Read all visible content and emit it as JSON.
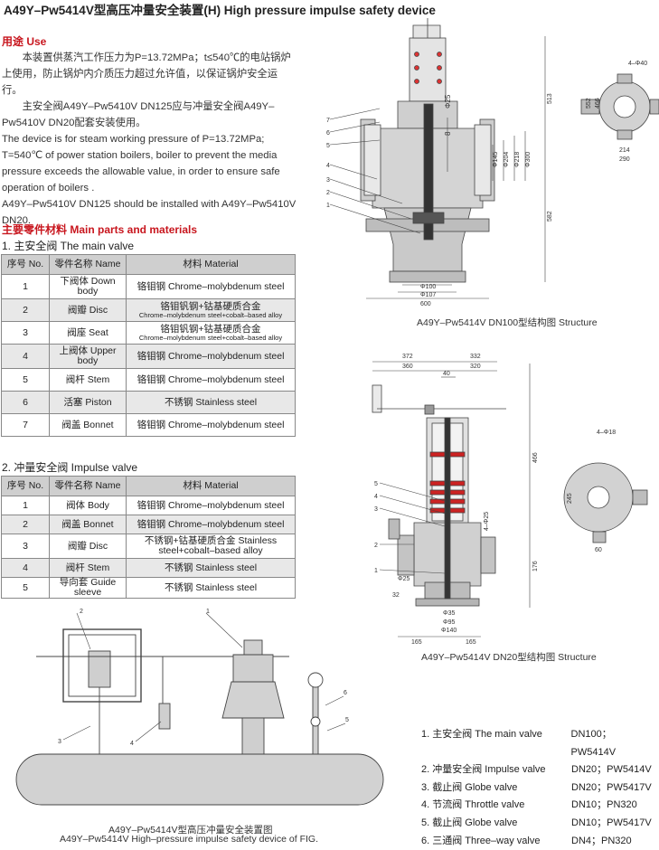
{
  "title": "A49Y–Pw5414V型高压冲量安全装置(H) High pressure impulse safety device",
  "use": {
    "heading": "用途 Use",
    "paragraphs": [
      "本装置供蒸汽工作压力为P=13.72MPa；t≤540℃的电站锅炉上使用，防止锅炉内介质压力超过允许值，以保证锅炉安全运行。",
      "主安全阀A49Y–Pw5410V DN125应与冲量安全阀A49Y–Pw5410V DN20配套安装使用。",
      "The device is for steam working pressure of P=13.72MPa; T=540℃ of power station boilers, boiler to prevent the media pressure exceeds the allowable value, in order to ensure safe operation of boilers .",
      "A49Y–Pw5410V DN125 should be installed with A49Y–Pw5410V DN20."
    ]
  },
  "materials": {
    "heading": "主要零件材料 Main parts and materials",
    "main_title": "1. 主安全阀 The main valve",
    "impulse_title": "2. 冲量安全阀  Impulse valve",
    "headers": [
      "序号 No.",
      "零件名称 Name",
      "材料 Material"
    ],
    "main_rows": [
      {
        "no": "1",
        "name": "下阀体 Down body",
        "material": "铬钼钢 Chrome–molybdenum steel",
        "mat_small": ""
      },
      {
        "no": "2",
        "name": "阀瓣 Disc",
        "material": "铬钼钒钢+钴基硬质合金",
        "mat_small": "Chrome–molybdenum steel+cobalt–based alloy"
      },
      {
        "no": "3",
        "name": "阀座 Seat",
        "material": "铬钼钒钢+钴基硬质合金",
        "mat_small": "Chrome–molybdenum steel+cobalt–based alloy"
      },
      {
        "no": "4",
        "name": "上阀体 Upper body",
        "material": "铬钼钢 Chrome–molybdenum steel",
        "mat_small": ""
      },
      {
        "no": "5",
        "name": "阀杆 Stem",
        "material": "铬钼钢 Chrome–molybdenum steel",
        "mat_small": ""
      },
      {
        "no": "6",
        "name": "活塞 Piston",
        "material": "不锈钢 Stainless steel",
        "mat_small": ""
      },
      {
        "no": "7",
        "name": "阀盖 Bonnet",
        "material": "铬钼钢 Chrome–molybdenum steel",
        "mat_small": ""
      }
    ],
    "impulse_rows": [
      {
        "no": "1",
        "name": "阀体 Body",
        "material": "铬钼钢 Chrome–molybdenum steel"
      },
      {
        "no": "2",
        "name": "阀盖 Bonnet",
        "material": "铬钼钢 Chrome–molybdenum steel"
      },
      {
        "no": "3",
        "name": "阀瓣 Disc",
        "material": "不锈钢+钴基硬质合金 Stainless steel+cobalt–based alloy"
      },
      {
        "no": "4",
        "name": "阀杆 Stem",
        "material": "不锈钢 Stainless steel"
      },
      {
        "no": "5",
        "name": "导向套 Guide sleeve",
        "material": "不锈钢 Stainless steel"
      }
    ]
  },
  "drawings": {
    "dn100_caption": "A49Y–Pw5414V  DN100型结构图 Structure",
    "dn20_caption": "A49Y–Pw5414V  DN20型结构图 Structure",
    "fig_caption_cn": "A49Y–Pw5414V型高压冲量安全装置图",
    "fig_caption_en": "A49Y–Pw5414V High–pressure impulse safety device of FIG.",
    "dn100_dims": {
      "d25": "Φ25",
      "d145": "Φ145",
      "d204": "Φ204",
      "d218": "Φ218",
      "d300": "Φ300",
      "h513": "513",
      "h582": "582",
      "w600": "600",
      "d100": "Φ100",
      "d107": "Φ107",
      "w214": "214",
      "w290": "290",
      "v552": "552",
      "v466": "466",
      "bolt": "4–Φ40",
      "l8": "8"
    },
    "dn20_dims": {
      "w372": "372",
      "w360": "360",
      "w332": "332",
      "w320": "320",
      "w40": "40",
      "h466": "466",
      "h245": "245",
      "h176": "176",
      "d25": "4–Φ25",
      "d25b": "Φ25",
      "d35": "Φ35",
      "d95": "Φ95",
      "d140": "Φ140",
      "w165a": "165",
      "w165b": "165",
      "bolt18": "4–Φ18",
      "w60": "60",
      "v32": "32"
    }
  },
  "legend": [
    {
      "name": "1. 主安全阀 The main valve",
      "spec": "DN100；PW5414V"
    },
    {
      "name": "2. 冲量安全阀 Impulse valve",
      "spec": "DN20；PW5414V"
    },
    {
      "name": "3. 截止阀 Globe valve",
      "spec": "DN20；PW5417V"
    },
    {
      "name": "4. 节流阀 Throttle valve",
      "spec": "DN10；PN320"
    },
    {
      "name": "5. 截止阀 Globe valve",
      "spec": "DN10；PW5417V"
    },
    {
      "name": "6. 三通阀 Three–way valve",
      "spec": "DN4；PN320"
    }
  ]
}
